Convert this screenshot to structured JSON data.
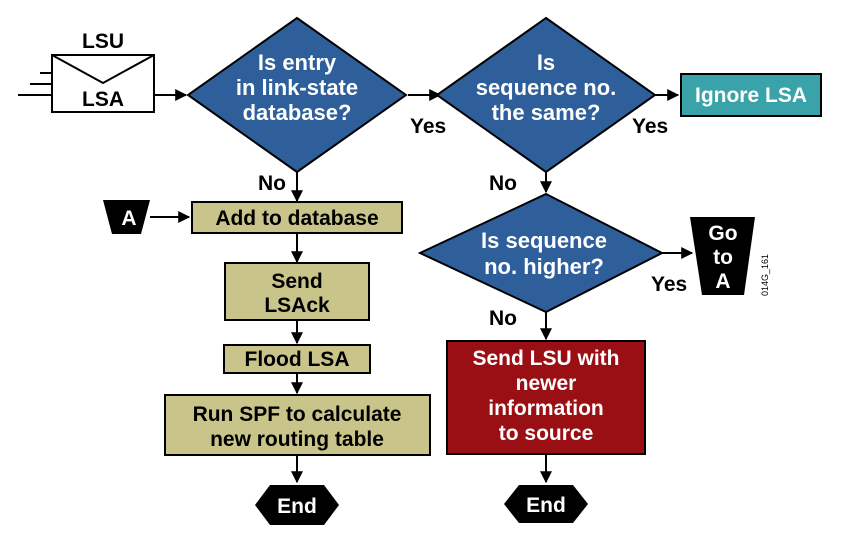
{
  "colors": {
    "diamond": "#2e5f9a",
    "process_box": "#c8c48a",
    "terminal": "#000000",
    "ignore_box": "#3aa2a9",
    "send_lsu_box": "#9a0f14"
  },
  "envelope": {
    "top": "LSU",
    "bottom": "LSA"
  },
  "decisions": {
    "in_db": [
      "Is entry",
      "in link-state",
      "database?"
    ],
    "same_seq": [
      "Is",
      "sequence no.",
      "the same?"
    ],
    "higher_seq": [
      "Is sequence",
      "no. higher?"
    ]
  },
  "processes": {
    "add_db": "Add to database",
    "send_ack": [
      "Send",
      "LSAck"
    ],
    "flood": "Flood LSA",
    "run_spf": [
      "Run SPF to calculate",
      "new routing table"
    ],
    "ignore": "Ignore LSA",
    "send_lsu": [
      "Send LSU with",
      "newer",
      "information",
      "to source"
    ]
  },
  "connectors": {
    "a_in": "A",
    "goto_a": [
      "Go",
      "to",
      "A"
    ]
  },
  "terminals": {
    "end_left": "End",
    "end_right": "End"
  },
  "edge_labels": {
    "yes_1": "Yes",
    "yes_2": "Yes",
    "yes_3": "Yes",
    "no_1": "No",
    "no_2": "No",
    "no_3": "No"
  },
  "figure_code": "014G_161"
}
